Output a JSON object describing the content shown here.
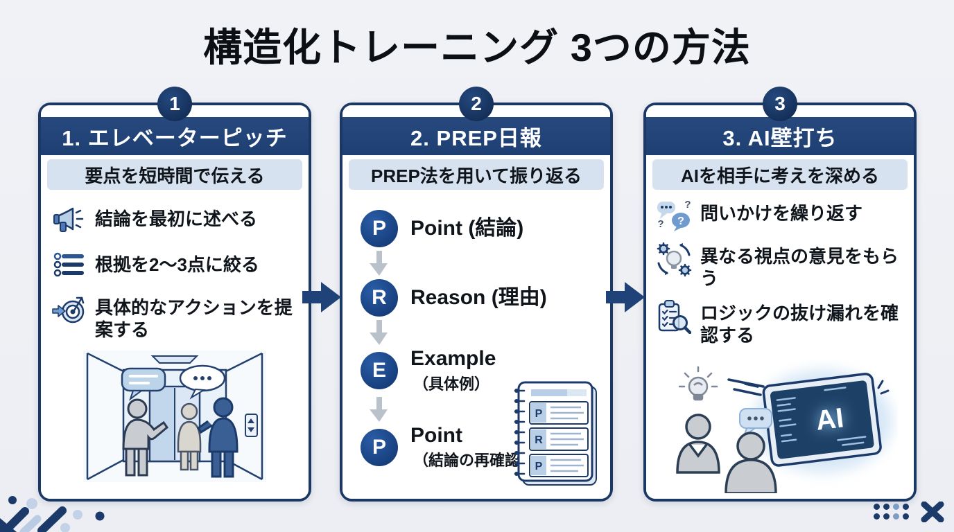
{
  "title": "構造化トレーニング 3つの方法",
  "colors": {
    "navy": "#1b3764",
    "header_blue": "#224678",
    "subtitle_band": "#d7e2f0",
    "prep_circle_blue": "#1d4a8a",
    "gray_arrow": "#b9c1cb",
    "background": "#edeff3",
    "glow_blue": "#bcd7f0"
  },
  "glyphs": {
    "question": "?"
  },
  "cards": [
    {
      "badge": "1",
      "header": "1. エレベーターピッチ",
      "subtitle": "要点を短時間で伝える",
      "bullets": [
        {
          "icon": "megaphone-icon",
          "text": "結論を最初に述べる"
        },
        {
          "icon": "bullet-list-icon",
          "text": "根拠を2〜3点に絞る"
        },
        {
          "icon": "target-arrow-icon",
          "text": "具体的なアクションを提案する"
        }
      ],
      "illustration": "elevator-pitch-scene"
    },
    {
      "badge": "2",
      "header": "2. PREP日報",
      "subtitle": "PREP法を用いて振り返る",
      "steps": [
        {
          "letter": "P",
          "label": "Point (結論)",
          "sublabel": ""
        },
        {
          "letter": "R",
          "label": "Reason (理由)",
          "sublabel": ""
        },
        {
          "letter": "E",
          "label": "Example",
          "sublabel": "（具体例）"
        },
        {
          "letter": "P",
          "label": "Point",
          "sublabel": "（結論の再確認）"
        }
      ],
      "notebook_labels": [
        "P",
        "R",
        "P"
      ],
      "illustration": "prep-notebook"
    },
    {
      "badge": "3",
      "header": "3. AI壁打ち",
      "subtitle": "AIを相手に考えを深める",
      "bullets": [
        {
          "icon": "chat-question-icon",
          "text": "問いかけを繰り返す"
        },
        {
          "icon": "gears-bulb-icon",
          "text": "異なる視点の意見をもらう"
        },
        {
          "icon": "checklist-search-icon",
          "text": "ロジックの抜け漏れを確認する"
        }
      ],
      "ai_label": "AI",
      "illustration": "ai-tablet-scene"
    }
  ]
}
